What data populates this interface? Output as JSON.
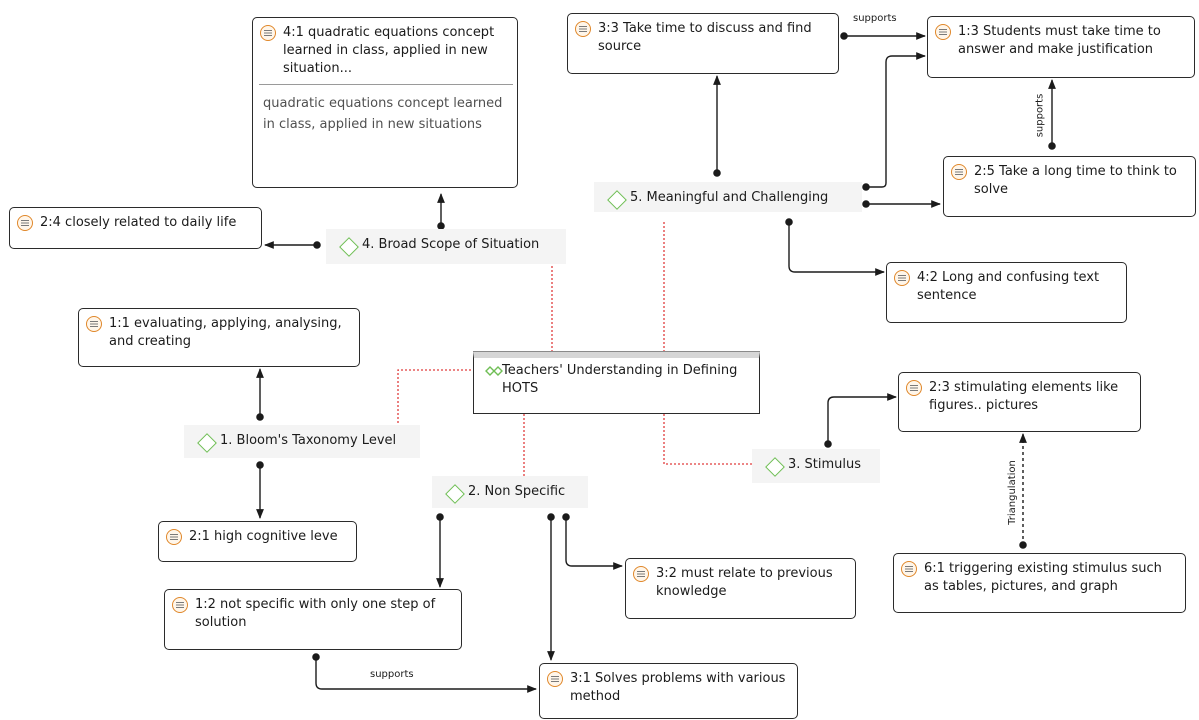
{
  "root": {
    "label": "Teachers' Understanding in Defining HOTS",
    "icon": "code-group-icon"
  },
  "codes": [
    {
      "id": "c1",
      "label": "1. Bloom's Taxonomy Level",
      "icon": "code-diamond-icon"
    },
    {
      "id": "c2",
      "label": "2. Non Specific",
      "icon": "code-diamond-icon"
    },
    {
      "id": "c3",
      "label": "3. Stimulus",
      "icon": "code-diamond-icon"
    },
    {
      "id": "c4",
      "label": "4. Broad Scope of Situation",
      "icon": "code-diamond-icon"
    },
    {
      "id": "c5",
      "label": "5. Meaningful and Challenging",
      "icon": "code-diamond-icon"
    }
  ],
  "quotations": [
    {
      "id": "q41",
      "label": "4:1 quadratic equations concept learned in class, applied in new situation...",
      "comment": "quadratic equations concept learned in class, applied in new situations",
      "icon": "quotation-icon"
    },
    {
      "id": "q24",
      "label": "2:4 closely related to daily life",
      "icon": "quotation-icon"
    },
    {
      "id": "q33",
      "label": "3:3 Take time to discuss and find source",
      "icon": "quotation-icon"
    },
    {
      "id": "q13",
      "label": "1:3 Students must take time to answer and make justification",
      "icon": "quotation-icon"
    },
    {
      "id": "q25",
      "label": "2:5 Take a long time to think to solve",
      "icon": "quotation-icon"
    },
    {
      "id": "q42",
      "label": "4:2 Long and confusing text sentence",
      "icon": "quotation-icon"
    },
    {
      "id": "q11",
      "label": "1:1 evaluating, applying, analysing, and creating",
      "icon": "quotation-icon"
    },
    {
      "id": "q23",
      "label": "2:3 stimulating elements like figures.. pictures",
      "icon": "quotation-icon"
    },
    {
      "id": "q21",
      "label": "2:1 high cognitive leve",
      "icon": "quotation-icon"
    },
    {
      "id": "q61",
      "label": "6:1 triggering existing stimulus such as tables, pictures, and graph",
      "icon": "quotation-icon"
    },
    {
      "id": "q32",
      "label": "3:2 must relate to previous knowledge",
      "icon": "quotation-icon"
    },
    {
      "id": "q12",
      "label": "1:2 not specific with only one step of solution",
      "icon": "quotation-icon"
    },
    {
      "id": "q31",
      "label": "3:1 Solves problems with various method",
      "icon": "quotation-icon"
    }
  ],
  "relations": {
    "supports_top": "supports",
    "supports_right": "supports",
    "supports_bottom": "supports",
    "triangulation": "Triangulation"
  },
  "colors": {
    "link": "#1b1b1b",
    "root_link": "#e03c3c",
    "code_icon": "#6fbe55",
    "quote_icon": "#e0882b"
  }
}
